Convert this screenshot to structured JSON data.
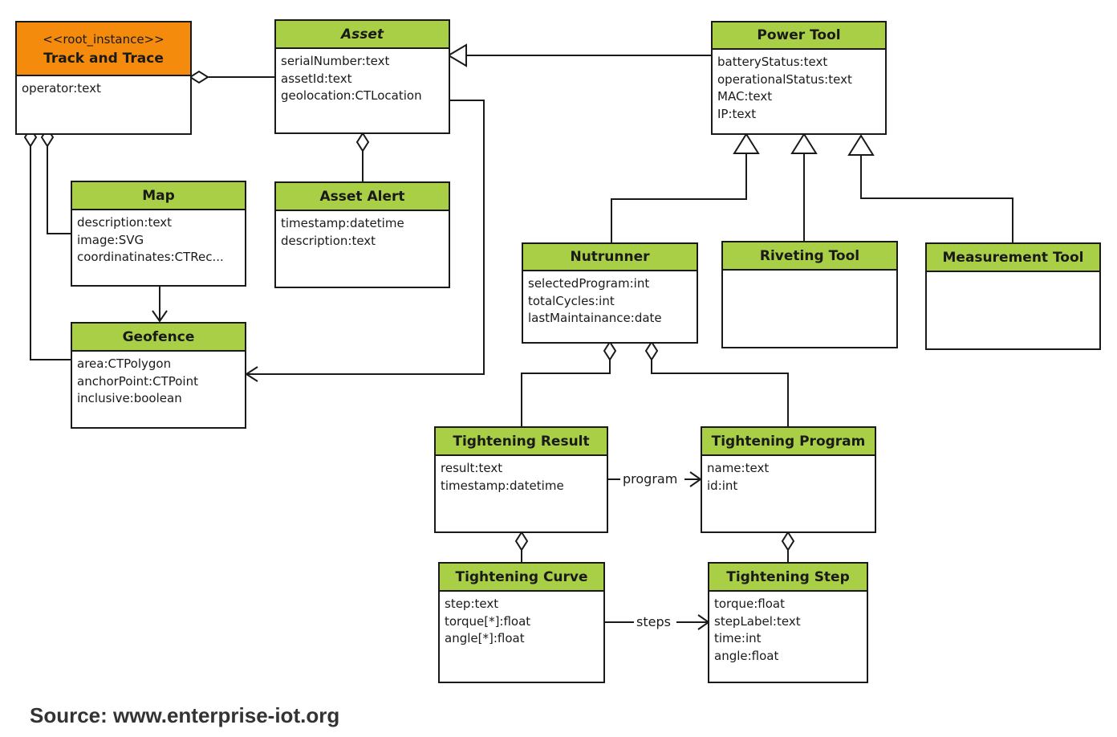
{
  "classes": {
    "track_and_trace": {
      "stereotype": "<<root_instance>>",
      "name": "Track and Trace",
      "attributes": [
        "operator:text"
      ],
      "color": "#f58b0c"
    },
    "asset": {
      "name": "Asset",
      "attributes": [
        "serialNumber:text",
        "assetId:text",
        "geolocation:CTLocation"
      ]
    },
    "power_tool": {
      "name": "Power Tool",
      "attributes": [
        "batteryStatus:text",
        "operationalStatus:text",
        "MAC:text",
        "IP:text"
      ]
    },
    "map": {
      "name": "Map",
      "attributes": [
        "description:text",
        "image:SVG",
        "coordinatinates:CTRec..."
      ]
    },
    "asset_alert": {
      "name": "Asset Alert",
      "attributes": [
        "timestamp:datetime",
        "description:text"
      ]
    },
    "geofence": {
      "name": "Geofence",
      "attributes": [
        "area:CTPolygon",
        "anchorPoint:CTPoint",
        "inclusive:boolean"
      ]
    },
    "nutrunner": {
      "name": "Nutrunner",
      "attributes": [
        "selectedProgram:int",
        "totalCycles:int",
        "lastMaintainance:date"
      ]
    },
    "riveting_tool": {
      "name": "Riveting Tool",
      "attributes": []
    },
    "measurement_tool": {
      "name": "Measurement Tool",
      "attributes": []
    },
    "tightening_result": {
      "name": "Tightening Result",
      "attributes": [
        "result:text",
        "timestamp:datetime"
      ]
    },
    "tightening_program": {
      "name": "Tightening Program",
      "attributes": [
        "name:text",
        "id:int"
      ]
    },
    "tightening_curve": {
      "name": "Tightening Curve",
      "attributes": [
        "step:text",
        "torque[*]:float",
        "angle[*]:float"
      ]
    },
    "tightening_step": {
      "name": "Tightening Step",
      "attributes": [
        "torque:float",
        "stepLabel:text",
        "time:int",
        "angle:float"
      ]
    }
  },
  "relations": {
    "program": "program",
    "steps": "steps"
  },
  "colors": {
    "class_header": "#a8cf45",
    "root_header": "#f58b0c",
    "line": "#1a1a1a"
  },
  "source": "Source: www.enterprise-iot.org"
}
